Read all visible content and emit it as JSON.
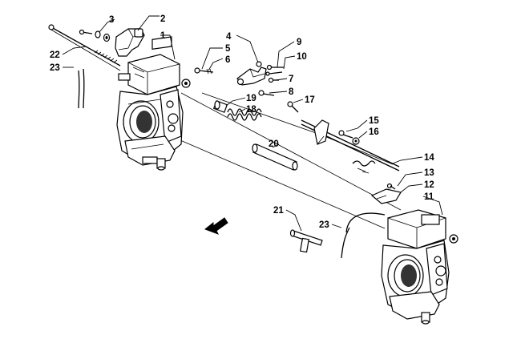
{
  "callouts": [
    {
      "id": "c1",
      "label": "1"
    },
    {
      "id": "c2",
      "label": "2"
    },
    {
      "id": "c3",
      "label": "3"
    },
    {
      "id": "c4",
      "label": "4"
    },
    {
      "id": "c5",
      "label": "5"
    },
    {
      "id": "c6",
      "label": "6"
    },
    {
      "id": "c7",
      "label": "7"
    },
    {
      "id": "c8",
      "label": "8"
    },
    {
      "id": "c9",
      "label": "9"
    },
    {
      "id": "c10",
      "label": "10"
    },
    {
      "id": "c11",
      "label": "11"
    },
    {
      "id": "c12",
      "label": "12"
    },
    {
      "id": "c13",
      "label": "13"
    },
    {
      "id": "c14",
      "label": "14"
    },
    {
      "id": "c15",
      "label": "15"
    },
    {
      "id": "c16",
      "label": "16"
    },
    {
      "id": "c17",
      "label": "17"
    },
    {
      "id": "c18",
      "label": "18"
    },
    {
      "id": "c19",
      "label": "19"
    },
    {
      "id": "c20",
      "label": "20"
    },
    {
      "id": "c21",
      "label": "21"
    },
    {
      "id": "c22",
      "label": "22"
    },
    {
      "id": "c23a",
      "label": "23"
    },
    {
      "id": "c23b",
      "label": "23"
    }
  ],
  "icons": {
    "direction_arrow": "front-direction-arrow-icon"
  }
}
